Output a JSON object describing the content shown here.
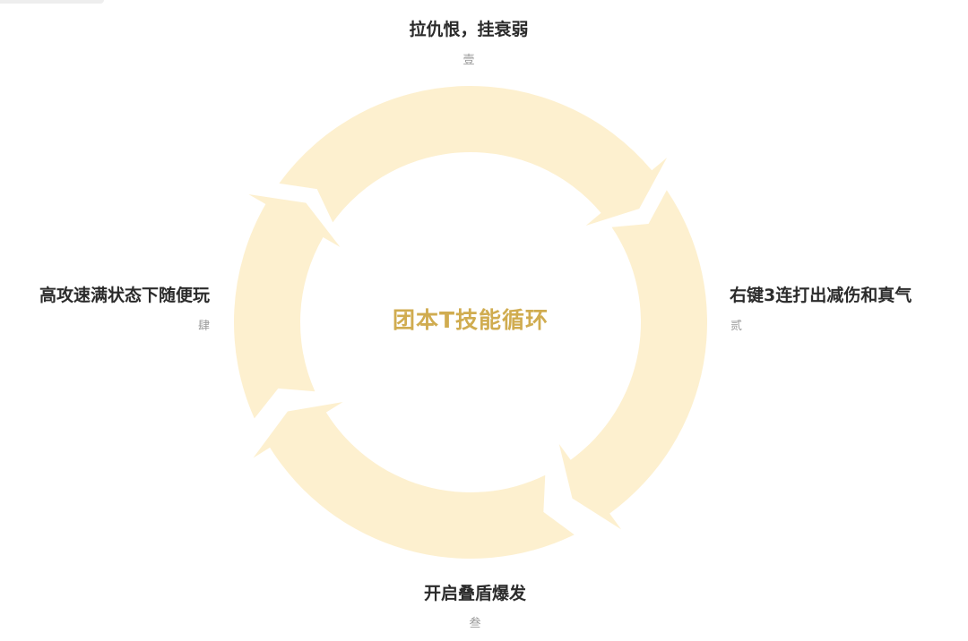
{
  "diagram": {
    "center_title": "团本T技能循环",
    "ring_color": "#fdf0cf",
    "center_color": "#d0ac50",
    "steps": [
      {
        "title": "拉仇恨，挂衰弱",
        "number": "壹"
      },
      {
        "title": "右键3连打出减伤和真气",
        "number": "贰"
      },
      {
        "title": "开启叠盾爆发",
        "number": "叁"
      },
      {
        "title": "高攻速满状态下随便玩",
        "number": "肆"
      }
    ]
  }
}
